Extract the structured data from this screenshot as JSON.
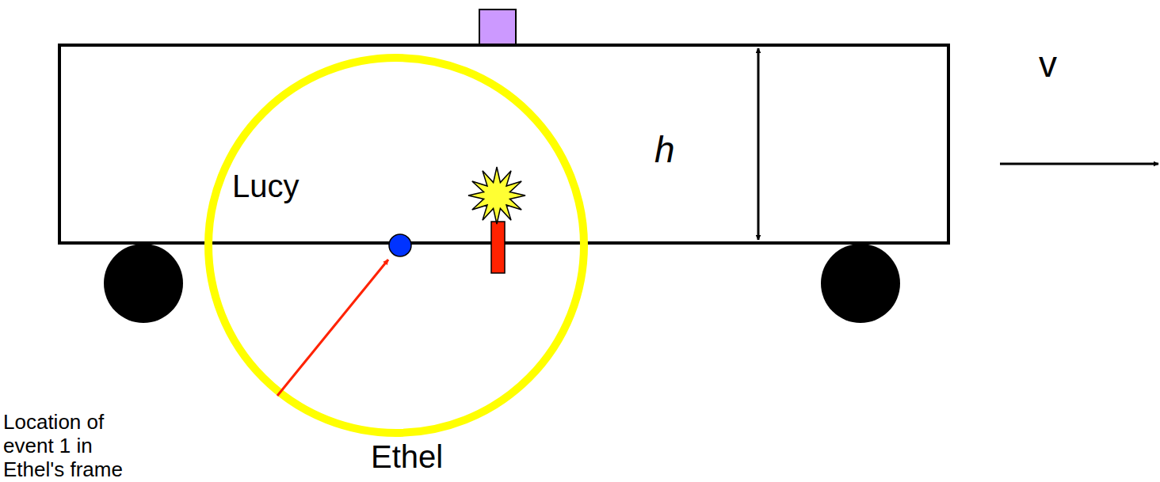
{
  "diagram": {
    "labels": [
      "Lucy",
      "Ethel",
      "h",
      "v",
      "Location of event 1 in Ethel's frame"
    ]
  }
}
